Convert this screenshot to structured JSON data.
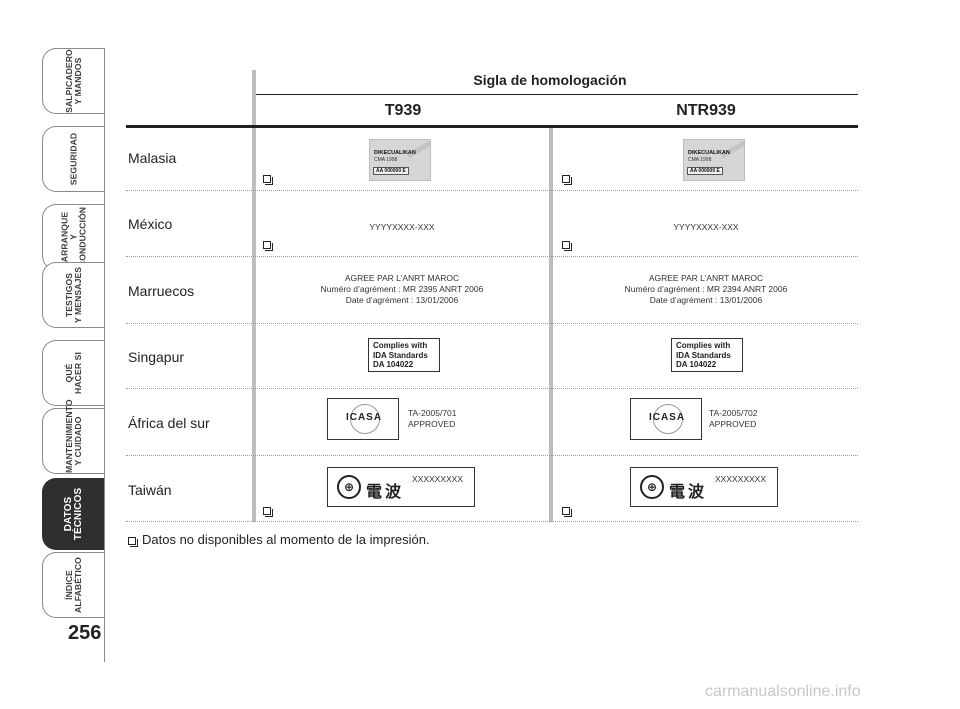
{
  "sidebar": {
    "tabs": [
      {
        "label": "SALPICADERO\nY MANDOS",
        "active": false
      },
      {
        "label": "SEGURIDAD",
        "active": false
      },
      {
        "label": "ARRANQUE\nY CONDUCCIÓN",
        "active": false
      },
      {
        "label": "TESTIGOS\nY MENSAJES",
        "active": false
      },
      {
        "label": "QUÉ\nHACER SI",
        "active": false
      },
      {
        "label": "MANTENIMIENTO\nY CUIDADO",
        "active": false
      },
      {
        "label": "DATOS\nTÉCNICOS",
        "active": true
      },
      {
        "label": "ÍNDICE\nALFABÉTICO",
        "active": false
      }
    ],
    "page_number": "256"
  },
  "table": {
    "title": "Sigla de homologación",
    "columns": [
      "T939",
      "NTR939"
    ],
    "rows": [
      {
        "country": "Malasia",
        "t939": {
          "sticker_line1": "DIKECUALIKAN",
          "sticker_line2": "CMA 1998",
          "sticker_code": "AA 000000 E",
          "not_available": true
        },
        "ntr939": {
          "sticker_line1": "DIKECUALIKAN",
          "sticker_line2": "CMA 1998",
          "sticker_code": "AA 000000 E",
          "not_available": true
        }
      },
      {
        "country": "México",
        "t939": {
          "text": "YYYYXXXX-XXX",
          "not_available": true
        },
        "ntr939": {
          "text": "YYYYXXXX-XXX",
          "not_available": true
        }
      },
      {
        "country": "Marruecos",
        "t939": {
          "line1": "AGREE PAR L’ANRT MAROC",
          "line2": "Numéro d’agrément : MR 2395 ANRT 2006",
          "line3": "Date d’agrément : 13/01/2006"
        },
        "ntr939": {
          "line1": "AGREE PAR L’ANRT MAROC",
          "line2": "Numéro d’agrément : MR 2394 ANRT 2006",
          "line3": "Date d’agrément : 13/01/2006"
        }
      },
      {
        "country": "Singapur",
        "t939": {
          "line1": "Complies with",
          "line2": "IDA  Standards",
          "line3": "DA 104022"
        },
        "ntr939": {
          "line1": "Complies with",
          "line2": "IDA  Standards",
          "line3": "DA 104022"
        }
      },
      {
        "country": "África del sur",
        "t939": {
          "logo": "ICASA",
          "code": "TA-2005/701",
          "status": "APPROVED"
        },
        "ntr939": {
          "logo": "ICASA",
          "code": "TA-2005/702",
          "status": "APPROVED"
        }
      },
      {
        "country": "Taiwán",
        "t939": {
          "seal": "電波",
          "code": "XXXXXXXXX",
          "not_available": true
        },
        "ntr939": {
          "seal": "電波",
          "code": "XXXXXXXXX",
          "not_available": true
        }
      }
    ]
  },
  "footnote": "Datos no disponibles al momento de la impresión.",
  "watermark": "carmanualsonline.info"
}
